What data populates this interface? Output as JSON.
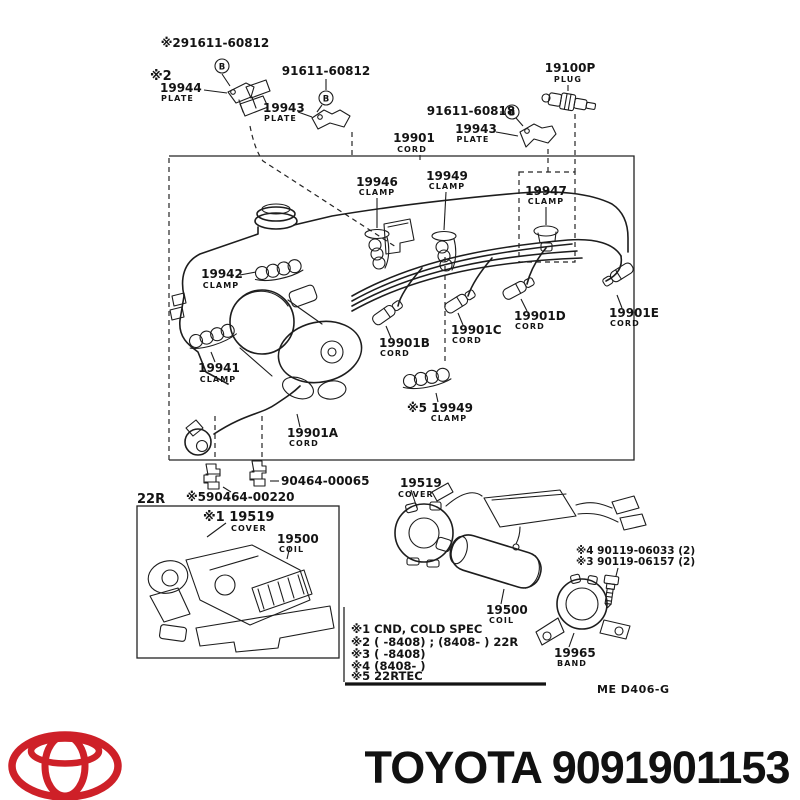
{
  "top": {
    "bolt_a": "※291611-60812",
    "note2_mark": "※2",
    "bolt_b": "91611-60812",
    "bolt_c": "91611-60818",
    "b_marker": "B"
  },
  "parts": {
    "p19944": {
      "num": "19944",
      "type": "PLATE"
    },
    "p19943_left": {
      "num": "19943",
      "type": "PLATE"
    },
    "p19943_right": {
      "num": "19943",
      "type": "PLATE"
    },
    "p19100p": {
      "num": "19100P",
      "type": "PLUG"
    },
    "p19901": {
      "num": "19901",
      "type": "CORD"
    },
    "p19946": {
      "num": "19946",
      "type": "CLAMP"
    },
    "p19949_top": {
      "num": "19949",
      "type": "CLAMP"
    },
    "p19947": {
      "num": "19947",
      "type": "CLAMP"
    },
    "p19942": {
      "num": "19942",
      "type": "CLAMP"
    },
    "p19941": {
      "num": "19941",
      "type": "CLAMP"
    },
    "p19901b": {
      "num": "19901B",
      "type": "CORD"
    },
    "p19901c": {
      "num": "19901C",
      "type": "CORD"
    },
    "p19901d": {
      "num": "19901D",
      "type": "CORD"
    },
    "p19901e": {
      "num": "19901E",
      "type": "CORD"
    },
    "p19949_bottom": {
      "num": "※5 19949",
      "type": "CLAMP"
    },
    "p19901a": {
      "num": "19901A",
      "type": "CORD"
    },
    "p19519_left": {
      "num": "※1 19519",
      "type": "COVER"
    },
    "p19500_left": {
      "num": "19500",
      "type": "COIL"
    },
    "p19519_right": {
      "num": "19519",
      "type": "COVER"
    },
    "p19500_right": {
      "num": "19500",
      "type": "COIL"
    },
    "p19965": {
      "num": "19965",
      "type": "BAND"
    }
  },
  "fasteners": {
    "clip_a": "90464-00065",
    "clip_b": "※590464-00220",
    "screw4": "※4 90119-06033 (2)",
    "screw3": "※3 90119-06157 (2)"
  },
  "engine_code": "22R",
  "notes": [
    "※1 CND, COLD SPEC",
    "※2 (      -8408) ; (8408-      ) 22R",
    "※3 (      -8408)",
    "※4 (8408-      )",
    "※5 22RTEC"
  ],
  "drawing_code": "ME  D406-G",
  "footer": {
    "text": "TOYOTA 9091901153"
  },
  "colors": {
    "line": "#1a1a1a",
    "accent_red": "#CE2028"
  }
}
